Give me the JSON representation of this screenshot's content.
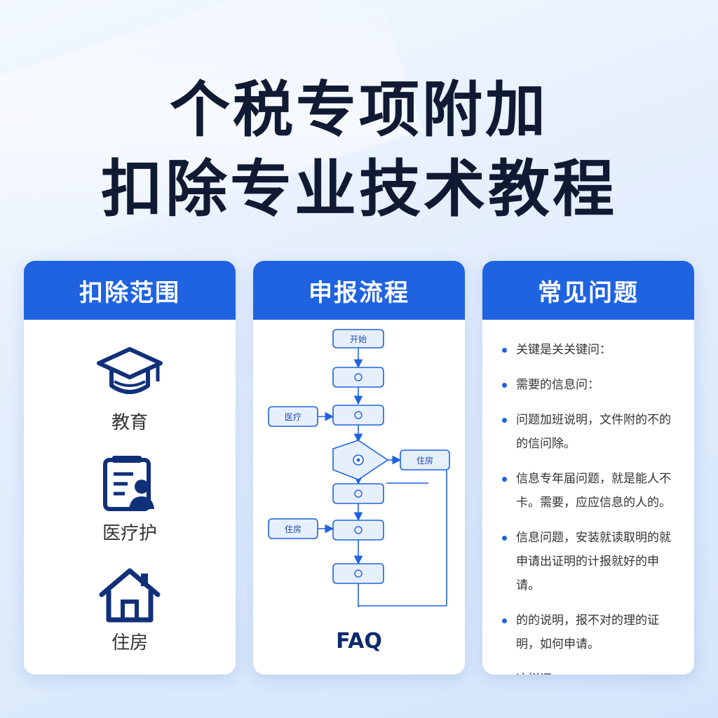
{
  "title": {
    "line1": "个税专项附加",
    "line2": "扣除专业技术教程"
  },
  "cards": {
    "scope": {
      "header": "扣除范围",
      "items": [
        {
          "icon": "graduation-cap-icon",
          "label": "教育"
        },
        {
          "icon": "medical-card-icon",
          "label": "医疗护"
        },
        {
          "icon": "house-icon",
          "label": "住房"
        }
      ]
    },
    "process": {
      "header": "申报流程",
      "start_label": "开始",
      "side_labels": [
        "医疗",
        "住房",
        "住房"
      ],
      "footer": "FAQ"
    },
    "faq": {
      "header": "常见问题",
      "items": [
        "关键是关关键问：",
        "需要的信息问：",
        "问题加班说明，文件附的不的的信问除。",
        "信息专年届问题，就是能人不卡。需要，应应信息的人的。",
        "信息问题，安装就读取明的就申请出证明的计报就好的申请。",
        "的的说明，报不对的理的证明，如何申请。",
        "这样问："
      ]
    }
  },
  "colors": {
    "accent": "#1f63e0",
    "title": "#101a33",
    "flow_node_fill": "#e6effc",
    "flow_line": "#1f63e0"
  }
}
